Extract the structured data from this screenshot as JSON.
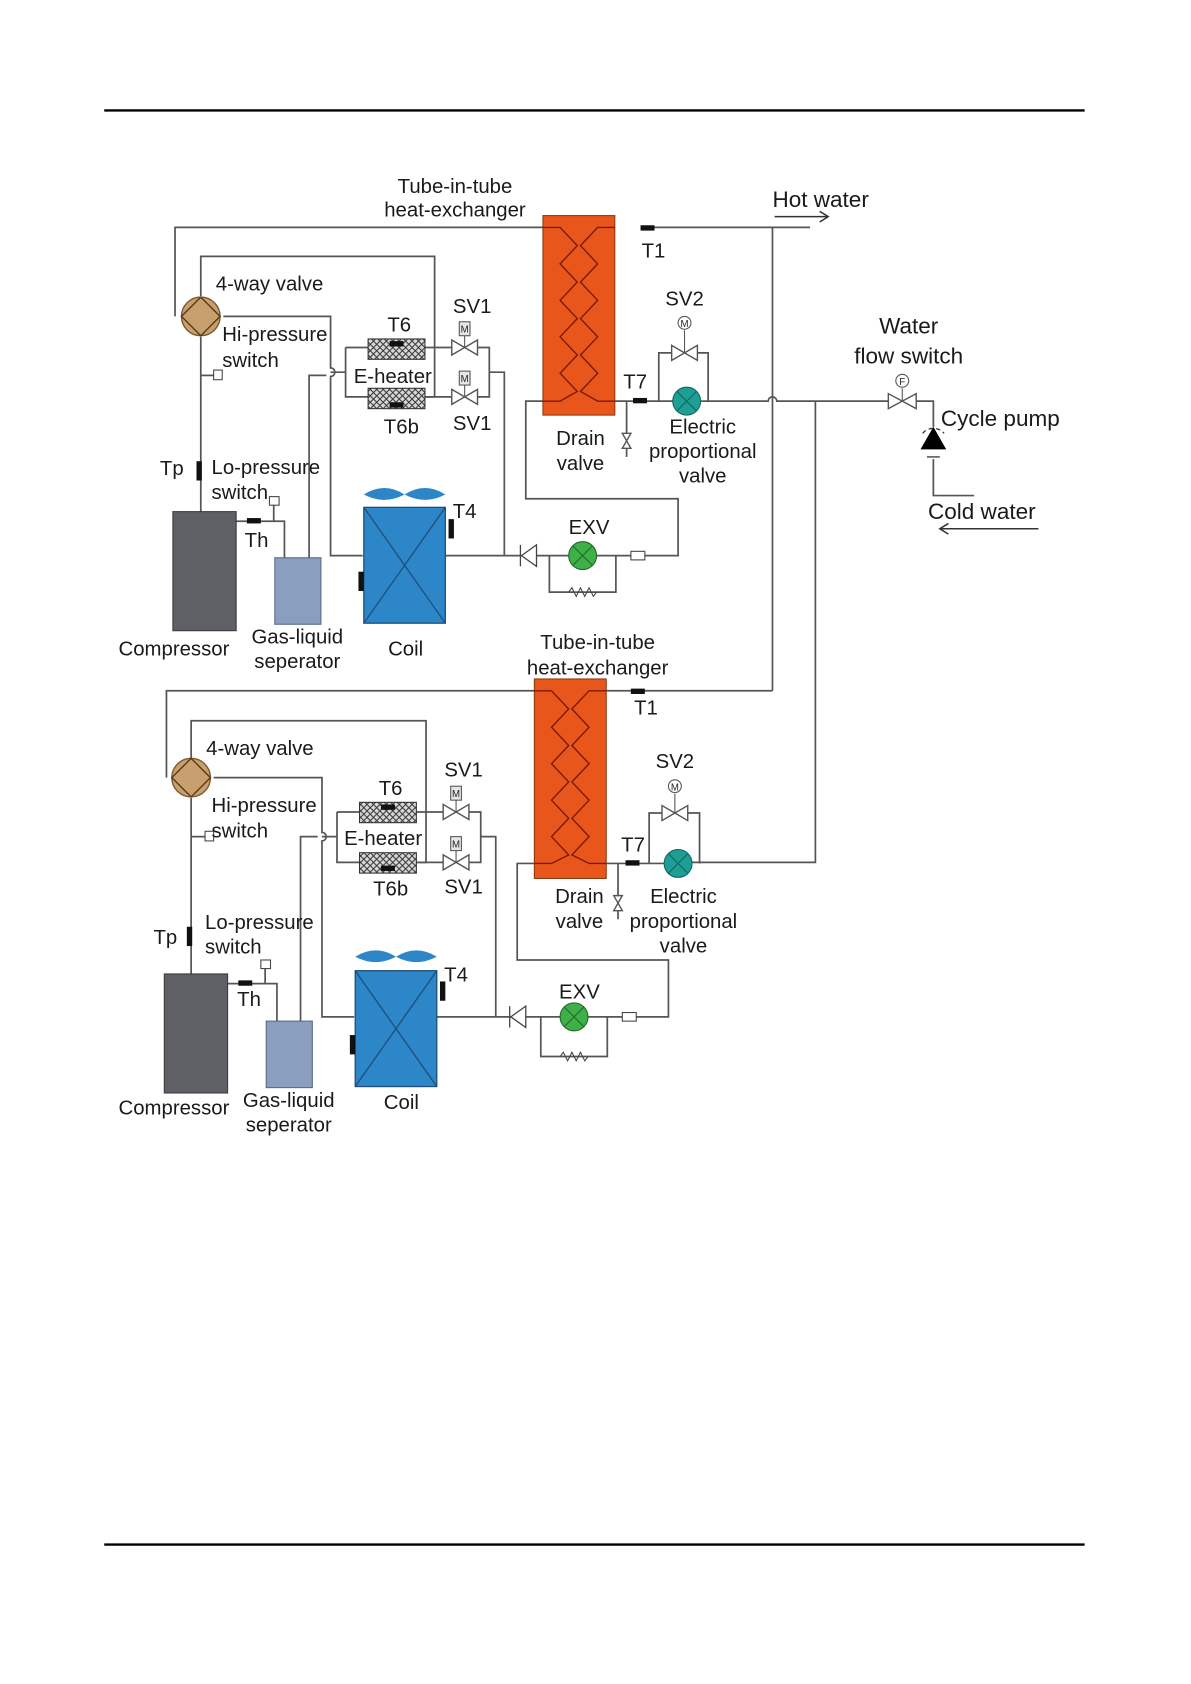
{
  "colors": {
    "heat_exchanger": "#E8561C",
    "heat_exchanger_coil": "#8B1A0A",
    "coil": "#2C86C8",
    "coil_dark": "#1C4F7A",
    "compressor": "#5F6066",
    "separator": "#8A9FBF",
    "four_way_valve": "#C8A070",
    "exv": "#3FAF48",
    "proportional_valve": "#1E9E94",
    "pipe": "#555555"
  },
  "water": {
    "hot_water": "Hot water",
    "cold_water": "Cold water",
    "water_flow_switch_line1": "Water",
    "water_flow_switch_line2": "flow switch",
    "flow_switch_symbol": "F",
    "cycle_pump": "Cycle pump"
  },
  "circuits": [
    {
      "hx_line1": "Tube-in-tube",
      "hx_line2": "heat-exchanger",
      "four_way_valve": "4-way valve",
      "hi_pressure_line1": "Hi-pressure",
      "hi_pressure_line2": "switch",
      "lo_pressure_line1": "Lo-pressure",
      "lo_pressure_line2": "switch",
      "t6": "T6",
      "t6b": "T6b",
      "e_heater": "E-heater",
      "sv1_top": "SV1",
      "sv1_bottom": "SV1",
      "motor_symbol": "M",
      "sv2": "SV2",
      "t1": "T1",
      "t7": "T7",
      "t4": "T4",
      "tp": "Tp",
      "th": "Th",
      "exv": "EXV",
      "drain_line1": "Drain",
      "drain_line2": "valve",
      "epv_line1": "Electric",
      "epv_line2": "proportional",
      "epv_line3": "valve",
      "compressor": "Compressor",
      "separator_line1": "Gas-liquid",
      "separator_line2": "seperator",
      "coil": "Coil"
    },
    {
      "hx_line1": "Tube-in-tube",
      "hx_line2": "heat-exchanger",
      "four_way_valve": "4-way valve",
      "hi_pressure_line1": "Hi-pressure",
      "hi_pressure_line2": "switch",
      "lo_pressure_line1": "Lo-pressure",
      "lo_pressure_line2": "switch",
      "t6": "T6",
      "t6b": "T6b",
      "e_heater": "E-heater",
      "sv1_top": "SV1",
      "sv1_bottom": "SV1",
      "motor_symbol": "M",
      "sv2": "SV2",
      "t1": "T1",
      "t7": "T7",
      "t4": "T4",
      "tp": "Tp",
      "th": "Th",
      "exv": "EXV",
      "drain_line1": "Drain",
      "drain_line2": "valve",
      "epv_line1": "Electric",
      "epv_line2": "proportional",
      "epv_line3": "valve",
      "compressor": "Compressor",
      "separator_line1": "Gas-liquid",
      "separator_line2": "seperator",
      "coil": "Coil"
    }
  ]
}
